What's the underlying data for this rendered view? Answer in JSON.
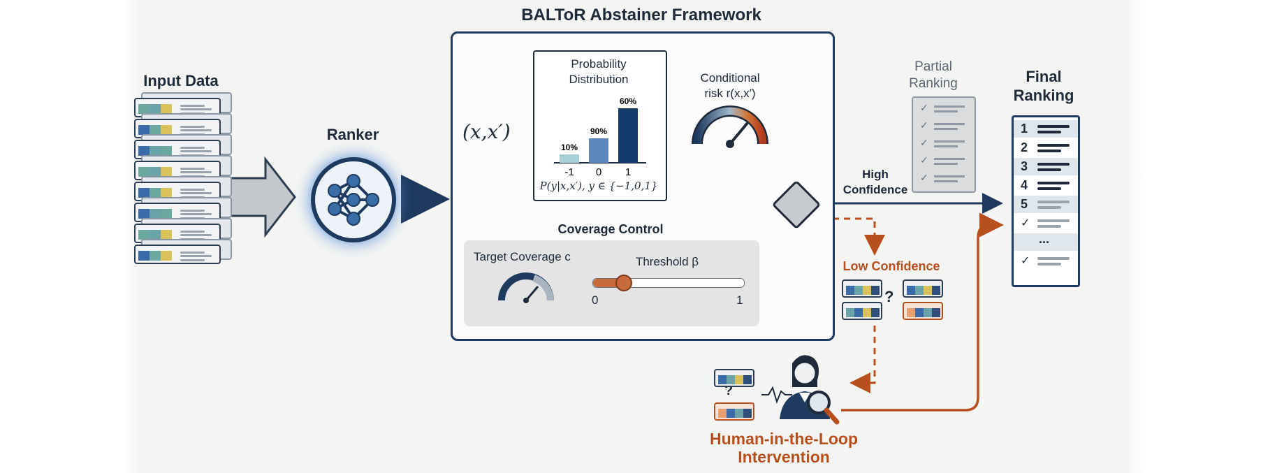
{
  "title": "BALToR Abstainer Framework",
  "input": {
    "label": "Input Data"
  },
  "ranker": {
    "label": "Ranker"
  },
  "pair_label": "(x,x′)",
  "prob": {
    "title_line1": "Probability",
    "title_line2": "Distribution",
    "formula": "P(y|x,x′), y ∈ {−1,0,1}"
  },
  "chart_data": {
    "type": "bar",
    "categories": [
      "-1",
      "0",
      "1"
    ],
    "values": [
      10,
      90,
      60
    ],
    "value_labels": [
      "10%",
      "90%",
      "60%"
    ],
    "colors": [
      "#a9cfd6",
      "#5b87be",
      "#143a6b"
    ]
  },
  "risk": {
    "line1": "Conditional",
    "line2": "risk r(x,x′)"
  },
  "coverage": {
    "title": "Coverage Control",
    "target_label": "Target Coverage c",
    "threshold_label": "Threshold β",
    "slider_min": "0",
    "slider_max": "1",
    "threshold_value": 0.2
  },
  "partial_ranking": {
    "line1": "Partial",
    "line2": "Ranking"
  },
  "high_conf": {
    "line1": "High",
    "line2": "Confidence"
  },
  "low_conf": {
    "label": "Low Confidence",
    "question": "?"
  },
  "final_ranking": {
    "line1": "Final",
    "line2": "Ranking",
    "ranks": [
      "1",
      "2",
      "3",
      "4",
      "5"
    ],
    "ellipsis": "..."
  },
  "human": {
    "line1": "Human-in-the-Loop",
    "line2": "Intervention",
    "question": "?"
  },
  "colors": {
    "navy": "#1e3a5f",
    "orange": "#b8501e",
    "glow": "#6fa3e0"
  }
}
